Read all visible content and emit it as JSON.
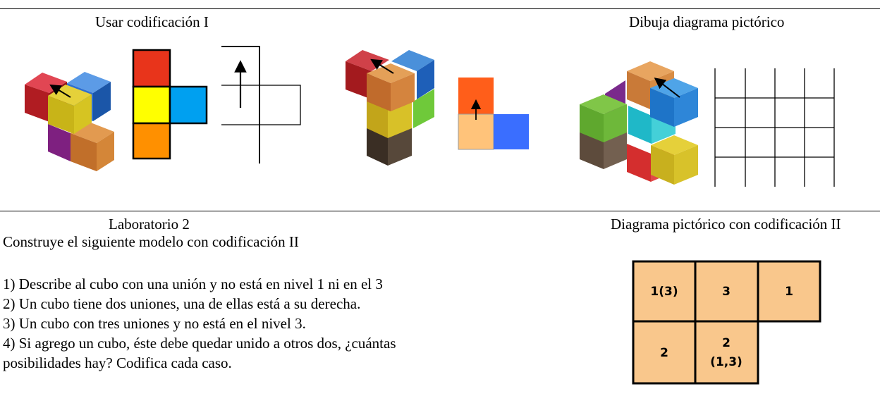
{
  "top_section": {
    "left_title": "Usar codificación I",
    "right_title": "Dibuja diagrama pictórico"
  },
  "lab_section": {
    "title": "Laboratorio 2",
    "instruction": "Construye el siguiente modelo con codificación II",
    "questions": [
      "1) Describe al cubo con una unión y no está en nivel 1 ni en el 3",
      "2) Un cubo tiene dos uniones, una de ellas está a su derecha.",
      "3) Un cubo con tres uniones y no está en el nivel 3.",
      "4) Si agrego un cubo, éste debe quedar unido a otros dos, ¿cuántas",
      "posibilidades hay? Codifica cada caso."
    ],
    "diagram_title": "Diagrama pictórico con codificación II",
    "code_grid": {
      "row1": [
        "1(3)",
        "3",
        "1"
      ],
      "row2_cell1": "2",
      "row2_cell2_line1": "2",
      "row2_cell2_line2": "(1,3)"
    }
  },
  "colors": {
    "grid_fill": "#F9C78C",
    "red": "#E8341B",
    "yellow": "#FFFF00",
    "orange": "#FF9000",
    "blue": "#00A0F0"
  }
}
